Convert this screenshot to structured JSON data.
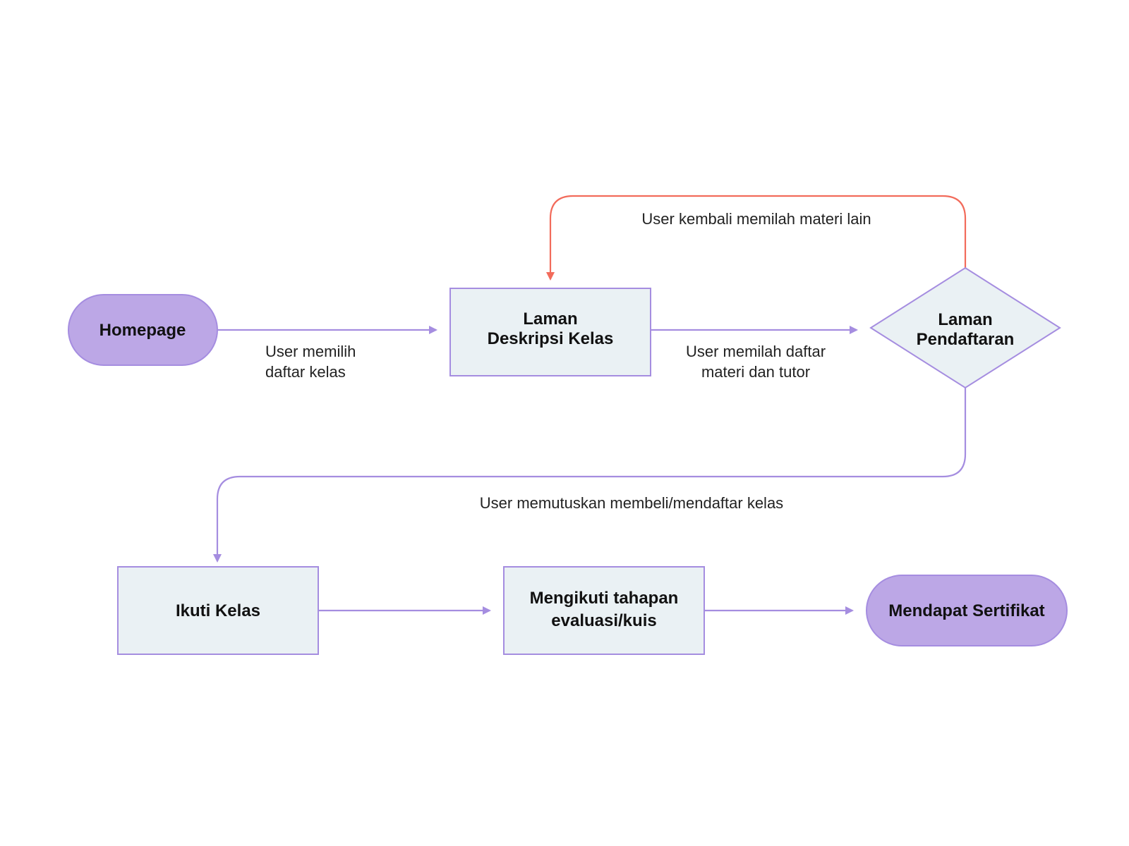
{
  "colors": {
    "background": "#ffffff",
    "terminal_fill": "#bca7e6",
    "node_fill": "#eaf1f4",
    "node_stroke": "#a58de0",
    "flow_stroke": "#a58de0",
    "loop_stroke": "#f26b5b",
    "text": "#111111"
  },
  "nodes": {
    "homepage": "Homepage",
    "deskripsi_line1": "Laman",
    "deskripsi_line2": "Deskripsi Kelas",
    "pendaftaran_line1": "Laman",
    "pendaftaran_line2": "Pendaftaran",
    "ikuti": "Ikuti Kelas",
    "evaluasi_line1": "Mengikuti tahapan",
    "evaluasi_line2": "evaluasi/kuis",
    "sertifikat": "Mendapat Sertifikat"
  },
  "edges": {
    "pilih_line1": "User memilih",
    "pilih_line2": "daftar kelas",
    "pilah_line1": "User memilah daftar",
    "pilah_line2": "materi dan tutor",
    "kembali": "User kembali memilah materi lain",
    "memutuskan": "User memutuskan membeli/mendaftar kelas"
  }
}
